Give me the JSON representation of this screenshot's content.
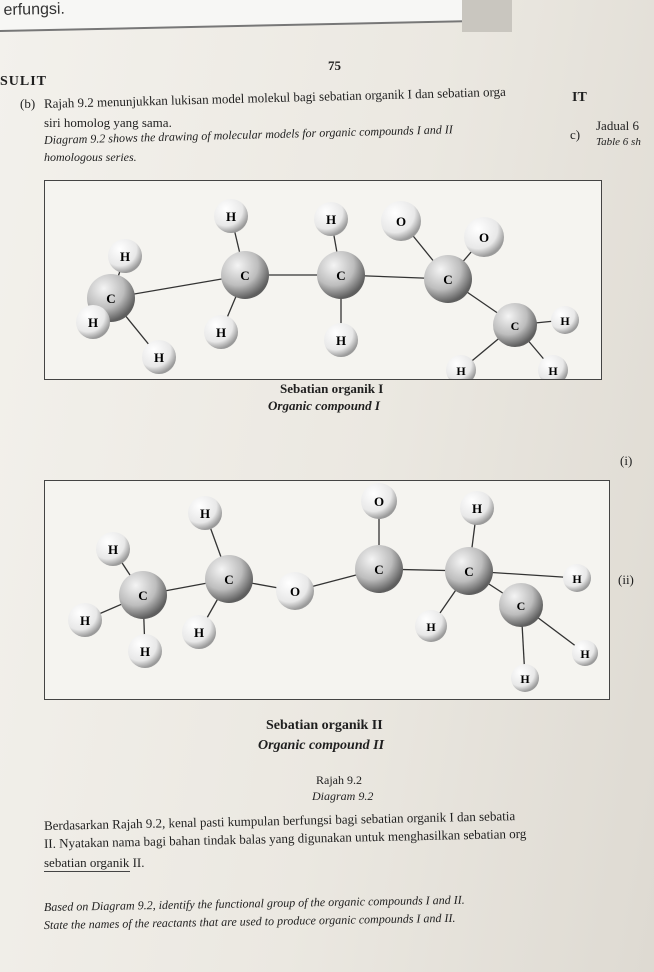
{
  "prev_page_text": "erfungsi.",
  "page_number": "75",
  "header_left": "SULIT",
  "header_right": "IT",
  "question_label": "(b)",
  "intro_malay_line1": "Rajah 9.2 menunjukkan lukisan model molekul bagi sebatian organik I dan sebatian orga",
  "intro_malay_line2": "siri homolog yang sama.",
  "intro_english_line1": "Diagram 9.2 shows the drawing of molecular models for organic compounds I and II",
  "intro_english_line2": "homologous series.",
  "margin_c": "c)",
  "margin_jadual": "Jadual 6",
  "margin_table": "Table 6 sh",
  "compound1": {
    "atoms": [
      "H",
      "H",
      "O",
      "O",
      "H",
      "C",
      "C",
      "C",
      "C",
      "H",
      "H",
      "H",
      "H",
      "H",
      "H",
      "H"
    ],
    "caption_malay": "Sebatian organik I",
    "caption_english": "Organic compound I"
  },
  "compound2": {
    "atoms": [
      "H",
      "O",
      "H",
      "H",
      "C",
      "C",
      "C",
      "O",
      "C",
      "H",
      "H",
      "C",
      "H",
      "H",
      "H",
      "H"
    ],
    "caption_malay": "Sebatian organik II",
    "caption_english": "Organic compound II"
  },
  "side_label_i": "(i)",
  "side_label_ii": "(ii)",
  "diagram_label_malay": "Rajah 9.2",
  "diagram_label_english": "Diagram 9.2",
  "question_malay_line1": "Berdasarkan Rajah 9.2, kenal pasti kumpulan berfungsi bagi sebatian organik I dan sebatia",
  "question_malay_line2": "II. Nyatakan nama bagi bahan tindak balas yang digunakan untuk menghasilkan sebatian org",
  "question_malay_line3": "sebatian organik II.",
  "question_english_line1": "Based on Diagram 9.2, identify the functional group of the organic compounds I and II.",
  "question_english_line2": "State the names of the reactants that are used to produce organic compounds I and II."
}
